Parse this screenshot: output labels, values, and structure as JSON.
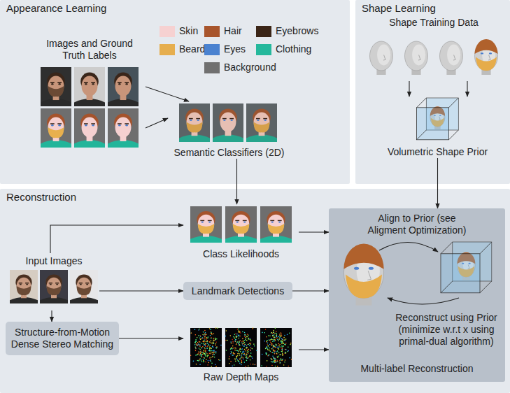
{
  "diagram": {
    "nodes": [
      {
        "text": [
          "Appearance Learning"
        ]
      },
      {
        "text": [
          "Images and Ground Truth Labels"
        ],
        "in": 0
      },
      {
        "text": [
          "Semantic Classifiers (2D)"
        ],
        "in": 0
      },
      {
        "text": [
          "Shape Learning"
        ]
      },
      {
        "text": [
          "Shape Training Data"
        ],
        "in": 3
      },
      {
        "text": [
          "Volumetric Shape Prior"
        ],
        "in": 3
      },
      {
        "text": [
          "Reconstruction"
        ]
      },
      {
        "text": [
          "Input Images"
        ],
        "in": 6
      },
      {
        "text": [
          "Class Likelihoods"
        ],
        "in": 6
      },
      {
        "text": [
          "Landmark Detections"
        ],
        "in": 6
      },
      {
        "text": [
          "Structure-from-Motion Dense Stereo Matching"
        ],
        "in": 6
      },
      {
        "text": [
          "Raw Depth Maps"
        ],
        "in": 6
      },
      {
        "text": [
          "Align to Prior (see Aligment Optimization)",
          "Reconstruct using Prior (minimize w.r.t x using primal-dual algorithm)",
          "Multi-label Reconstruction"
        ],
        "in": 6
      }
    ],
    "edges": [
      {
        "from": 1,
        "to": 2,
        "arrow": "to"
      },
      {
        "from": 1,
        "to": 2,
        "arrow": "to"
      },
      {
        "from": 4,
        "to": 5,
        "arrow": "to"
      },
      {
        "from": 4,
        "to": 5,
        "arrow": "to"
      },
      {
        "from": 2,
        "to": 8,
        "arrow": "to"
      },
      {
        "from": 5,
        "to": 12,
        "arrow": "to"
      },
      {
        "from": 7,
        "to": 8,
        "arrow": "to"
      },
      {
        "from": 7,
        "to": 9,
        "arrow": "to"
      },
      {
        "from": 7,
        "to": 10,
        "arrow": "to"
      },
      {
        "from": 10,
        "to": 11,
        "arrow": "to"
      },
      {
        "from": 8,
        "to": 12,
        "arrow": "to"
      },
      {
        "from": 9,
        "to": 12,
        "arrow": "to"
      },
      {
        "from": 11,
        "to": 12,
        "arrow": "to"
      }
    ],
    "legend": [
      {
        "text": "Skin",
        "color": "#f6d1d1"
      },
      {
        "text": "Hair",
        "color": "#a8552c"
      },
      {
        "text": "Eyebrows",
        "color": "#3b2517"
      },
      {
        "text": "Beard",
        "color": "#e6ae4e"
      },
      {
        "text": "Eyes",
        "color": "#4a82d0"
      },
      {
        "text": "Clothing",
        "color": "#25b89c"
      },
      {
        "text": "Background",
        "color": "#707070"
      }
    ]
  }
}
